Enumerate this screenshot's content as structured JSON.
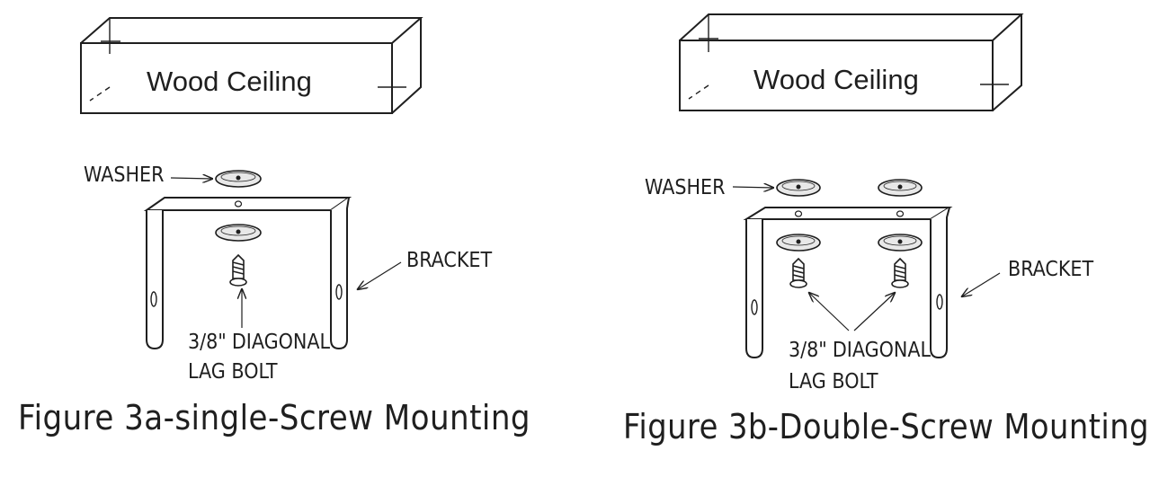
{
  "figure_a": {
    "ceiling_label": "Wood Ceiling",
    "washer_label": "WASHER",
    "bracket_label": "BRACKET",
    "bolt_label_fraction": "3/8\"",
    "bolt_label_line1": "DIAGONAL",
    "bolt_label_line2": "LAG BOLT",
    "caption": "Figure  3a-single-Screw  Mounting"
  },
  "figure_b": {
    "ceiling_label": "Wood Ceiling",
    "washer_label": "WASHER",
    "bracket_label": "BRACKET",
    "bolt_label_fraction": "3/8\"",
    "bolt_label_line1": "DIAGONAL",
    "bolt_label_line2": "LAG BOLT",
    "caption": "Figure  3b-Double-Screw  Mounting"
  },
  "colors": {
    "ink": "#1f1f1f",
    "washer_fill": "#e8e8e8",
    "background": "#ffffff"
  }
}
